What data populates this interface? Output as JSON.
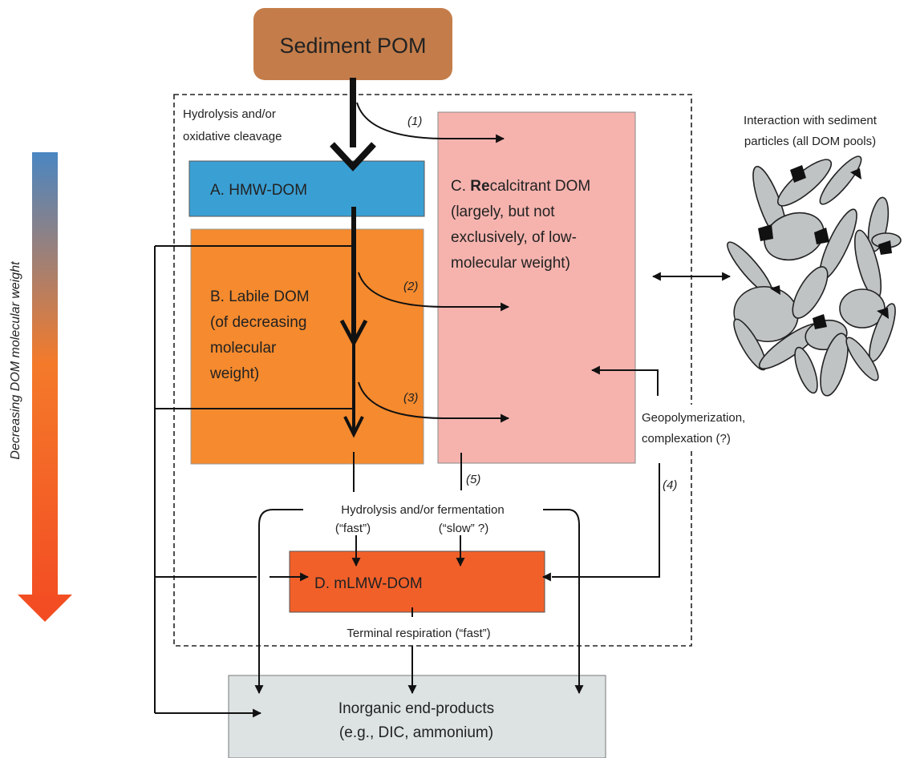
{
  "nodes": {
    "sediment_pom": "Sediment POM",
    "hmw_dom": "A.  HMW-DOM",
    "labile_dom": [
      "B. Labile DOM",
      "(of decreasing",
      "molecular",
      "weight)"
    ],
    "recalcitrant_dom": {
      "prefix": "C. ",
      "bold": "Re",
      "rest": "calcitrant DOM",
      "lines": [
        "(largely, but not",
        "exclusively, of low-",
        "molecular weight)"
      ]
    },
    "mlmw_dom": "D.  mLMW-DOM",
    "inorganic": [
      "Inorganic end-products",
      "(e.g., DIC, ammonium)"
    ]
  },
  "labels": {
    "hydrolysis_oxidative": [
      "Hydrolysis and/or",
      "oxidative cleavage"
    ],
    "interaction": [
      "Interaction with sediment",
      "particles (all DOM pools)"
    ],
    "geopolymerization": [
      "Geopolymerization,",
      "complexation (?)"
    ],
    "hydrolysis_fermentation": "Hydrolysis and/or fermentation",
    "fast": "(“fast”)",
    "slow": "(“slow” ?)",
    "terminal_respiration": "Terminal respiration (“fast”)",
    "side_axis": "Decreasing DOM molecular weight"
  },
  "pathway_numbers": [
    "(1)",
    "(2)",
    "(3)",
    "(4)",
    "(5)"
  ],
  "colors": {
    "sediment_pom": "#c47d4a",
    "hmw_dom": "#3aa0d4",
    "labile_dom": "#f58a2e",
    "recalcitrant_dom": "#f6b3ae",
    "mlmw_dom": "#f2602a",
    "inorganic": "#dde3e3",
    "gradient_top": "#4a86c2",
    "gradient_mid": "#f47a2a",
    "gradient_bottom": "#f34a22",
    "particles": "#bfc3c4"
  }
}
